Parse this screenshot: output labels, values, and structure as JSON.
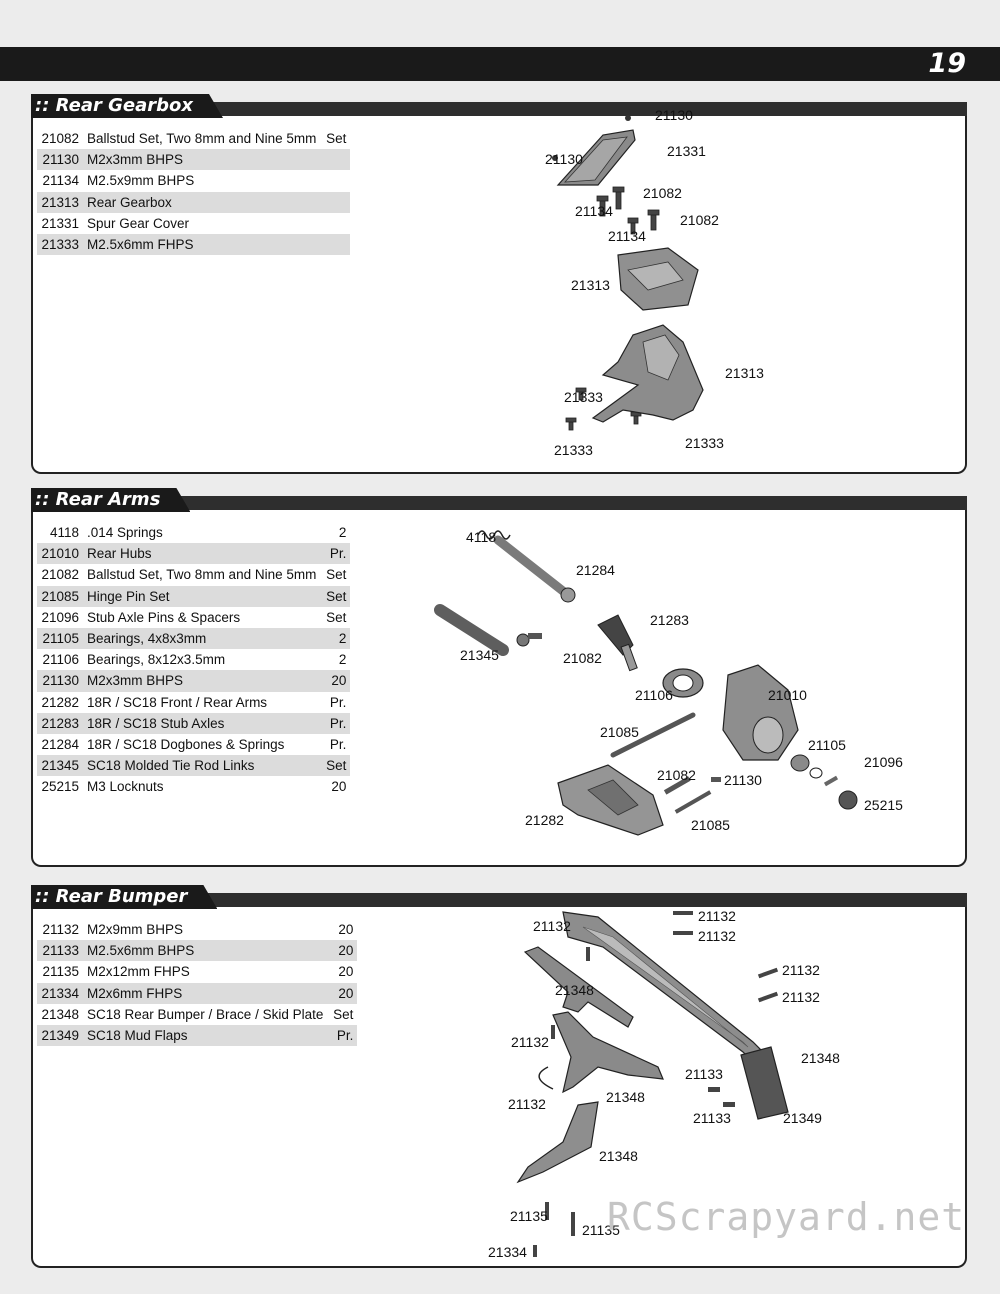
{
  "page_number": "19",
  "sections": [
    {
      "title": ":: Rear Gearbox",
      "parts": [
        {
          "num": "21082",
          "desc": "Ballstud Set, Two 8mm and Nine 5mm",
          "qty": "Set"
        },
        {
          "num": "21130",
          "desc": "M2x3mm BHPS",
          "qty": ""
        },
        {
          "num": "21134",
          "desc": "M2.5x9mm BHPS",
          "qty": ""
        },
        {
          "num": "21313",
          "desc": "Rear Gearbox",
          "qty": ""
        },
        {
          "num": "21331",
          "desc": "Spur Gear Cover",
          "qty": ""
        },
        {
          "num": "21333",
          "desc": "M2.5x6mm FHPS",
          "qty": ""
        }
      ],
      "callouts": [
        "21130",
        "21130",
        "21331",
        "21082",
        "21134",
        "21082",
        "21134",
        "21313",
        "21313",
        "21333",
        "21333",
        "21333"
      ]
    },
    {
      "title": ":: Rear Arms",
      "parts": [
        {
          "num": "4118",
          "desc": ".014 Springs",
          "qty": "2"
        },
        {
          "num": "21010",
          "desc": "Rear Hubs",
          "qty": "Pr."
        },
        {
          "num": "21082",
          "desc": "Ballstud Set, Two 8mm and Nine 5mm",
          "qty": "Set"
        },
        {
          "num": "21085",
          "desc": "Hinge Pin Set",
          "qty": "Set"
        },
        {
          "num": "21096",
          "desc": "Stub Axle Pins & Spacers",
          "qty": "Set"
        },
        {
          "num": "21105",
          "desc": "Bearings, 4x8x3mm",
          "qty": "2"
        },
        {
          "num": "21106",
          "desc": "Bearings, 8x12x3.5mm",
          "qty": "2"
        },
        {
          "num": "21130",
          "desc": "M2x3mm BHPS",
          "qty": "20"
        },
        {
          "num": "21282",
          "desc": "18R / SC18 Front / Rear Arms",
          "qty": "Pr."
        },
        {
          "num": "21283",
          "desc": "18R / SC18 Stub Axles",
          "qty": "Pr."
        },
        {
          "num": "21284",
          "desc": "18R / SC18 Dogbones & Springs",
          "qty": "Pr."
        },
        {
          "num": "21345",
          "desc": "SC18 Molded Tie Rod Links",
          "qty": "Set"
        },
        {
          "num": "25215",
          "desc": "M3 Locknuts",
          "qty": "20"
        }
      ],
      "callouts": [
        "4118",
        "21284",
        "21283",
        "21345",
        "21082",
        "21106",
        "21010",
        "21085",
        "21105",
        "21096",
        "21082",
        "21130",
        "25215",
        "21282",
        "21085"
      ]
    },
    {
      "title": ":: Rear Bumper",
      "parts": [
        {
          "num": "21132",
          "desc": "M2x9mm BHPS",
          "qty": "20"
        },
        {
          "num": "21133",
          "desc": "M2.5x6mm BHPS",
          "qty": "20"
        },
        {
          "num": "21135",
          "desc": "M2x12mm FHPS",
          "qty": "20"
        },
        {
          "num": "21334",
          "desc": "M2x6mm FHPS",
          "qty": "20"
        },
        {
          "num": "21348",
          "desc": "SC18 Rear Bumper / Brace / Skid Plate",
          "qty": "Set"
        },
        {
          "num": "21349",
          "desc": "SC18 Mud Flaps",
          "qty": "Pr."
        }
      ],
      "callouts": [
        "21132",
        "21132",
        "21132",
        "21132",
        "21132",
        "21348",
        "21348",
        "21132",
        "21133",
        "21132",
        "21348",
        "21133",
        "21349",
        "21348",
        "21135",
        "21135",
        "21334"
      ]
    }
  ],
  "watermark": "RCScrapyard.net"
}
